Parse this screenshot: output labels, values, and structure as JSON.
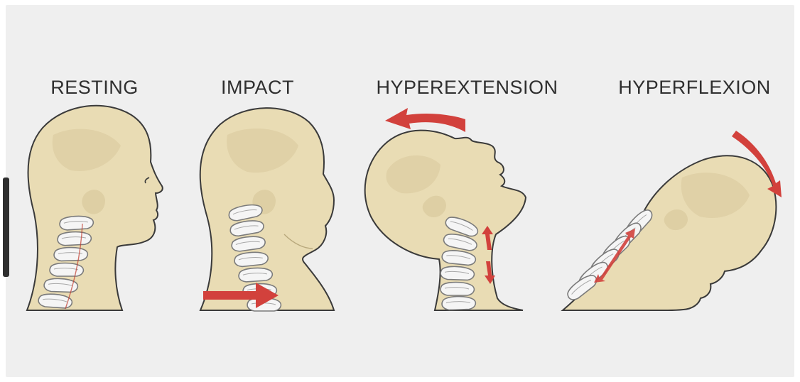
{
  "panels": [
    {
      "label": "RESTING"
    },
    {
      "label": "IMPACT"
    },
    {
      "label": "HYPEREXTENSION"
    },
    {
      "label": "HYPERFLEXION"
    }
  ],
  "colors": {
    "background": "#efefef",
    "skin": "#e9dcb4",
    "skin_shade": "#d9c99c",
    "bone": "#f5f5f5",
    "bone_outline": "#7b7b7b",
    "arrow": "#d2413c",
    "outline": "#3a3a3a"
  },
  "icons": [
    "motion-arrow-icon",
    "head-silhouette-icon",
    "cervical-spine-icon"
  ]
}
